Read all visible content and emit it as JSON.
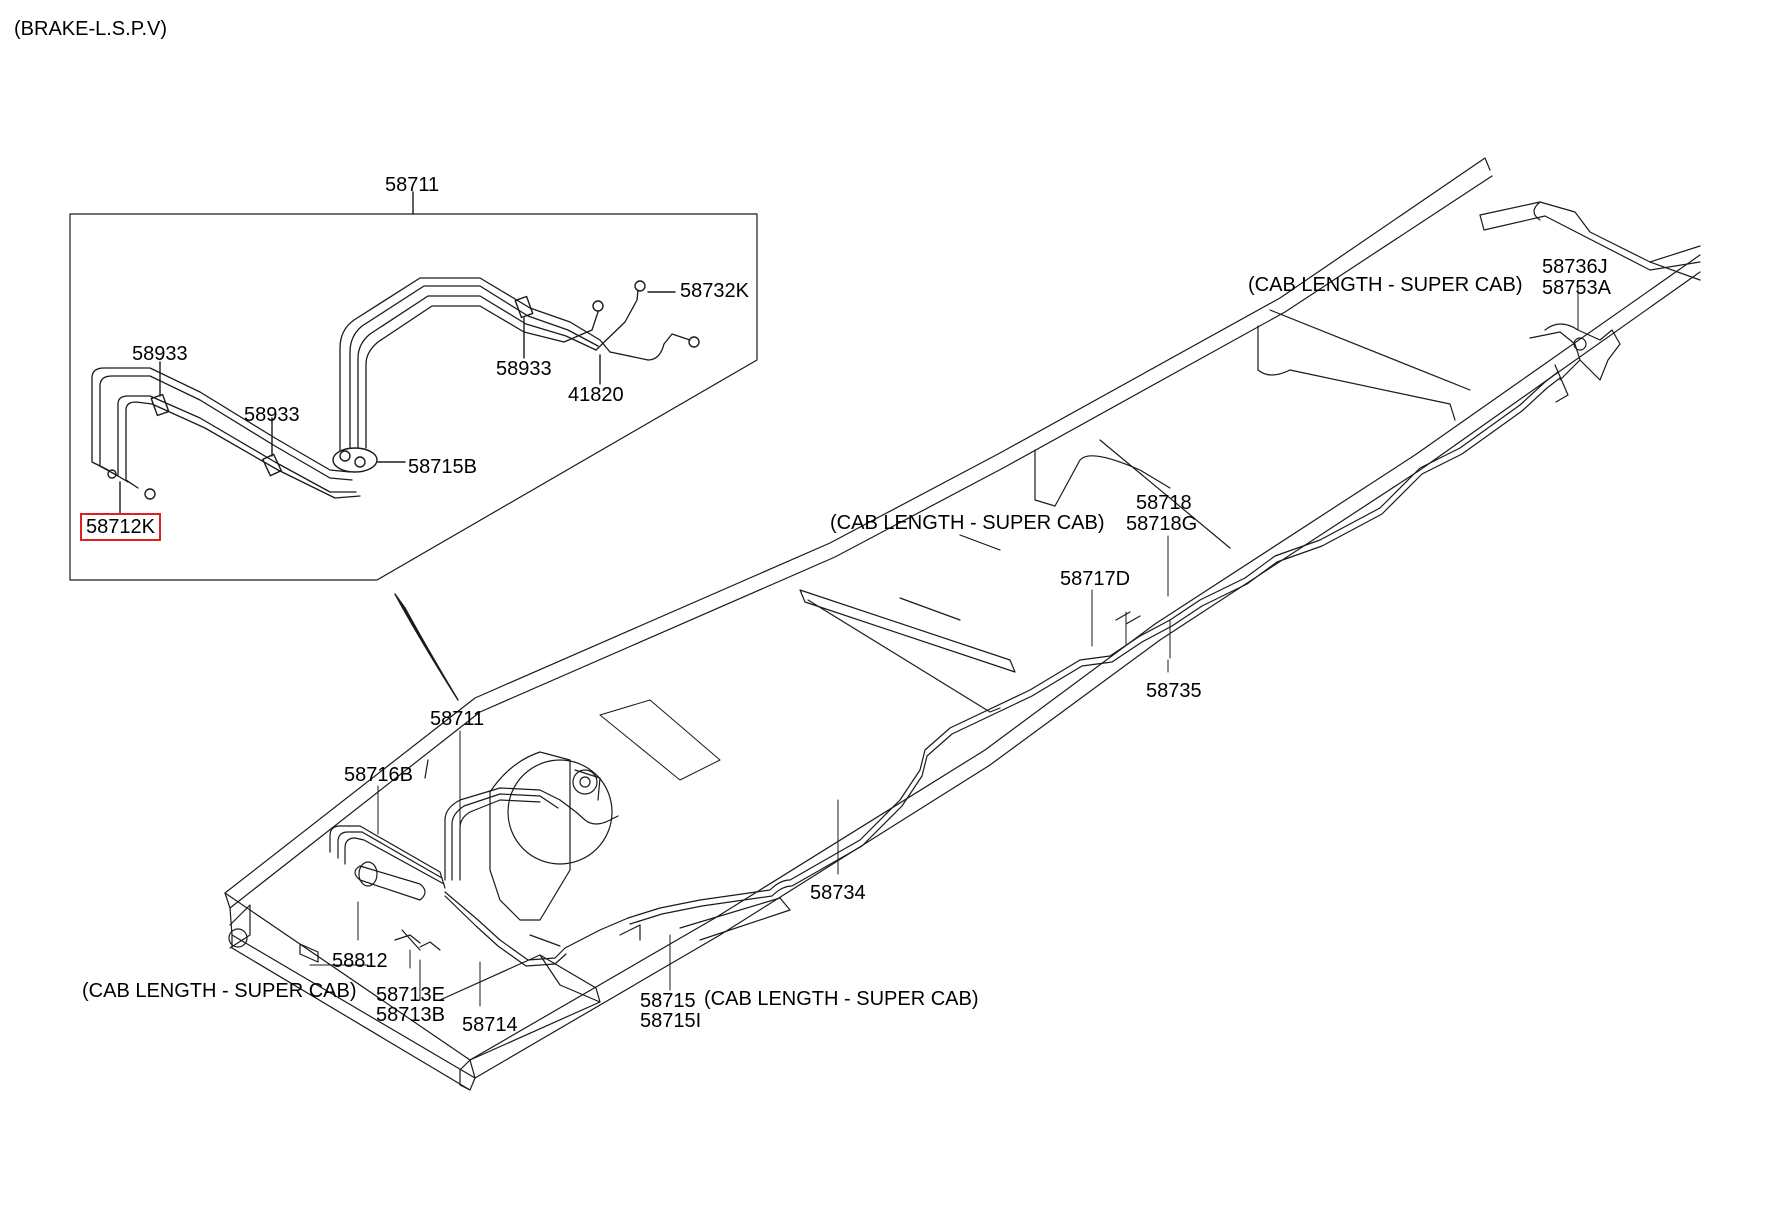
{
  "title": "(BRAKE-L.S.P.V)",
  "inset_part": "58711",
  "parts": {
    "p58711_main": "58711",
    "p58711_inset": "58711",
    "p58732K": "58732K",
    "p58933_a": "58933",
    "p58933_b": "58933",
    "p58933_c": "58933",
    "p41820": "41820",
    "p58715B": "58715B",
    "p58712K": "58712K",
    "p58736J": "58736J",
    "p58753A": "58753A",
    "p58718": "58718",
    "p58718G": "58718G",
    "p58717D": "58717D",
    "p58735": "58735",
    "p58716B": "58716B",
    "p58734": "58734",
    "p58812": "58812",
    "p58713E": "58713E",
    "p58713B": "58713B",
    "p58714": "58714",
    "p58715": "58715",
    "p58715I": "58715I"
  },
  "notes": {
    "cab_top_right": "(CAB LENGTH - SUPER CAB)",
    "cab_middle": "(CAB LENGTH - SUPER CAB)",
    "cab_bottom_left": "(CAB LENGTH - SUPER CAB)",
    "cab_bottom_right": "(CAB LENGTH - SUPER CAB)"
  },
  "highlighted_part": "58712K",
  "colors": {
    "line": "#1a1a1a",
    "highlight": "#e02020",
    "background": "#ffffff"
  }
}
